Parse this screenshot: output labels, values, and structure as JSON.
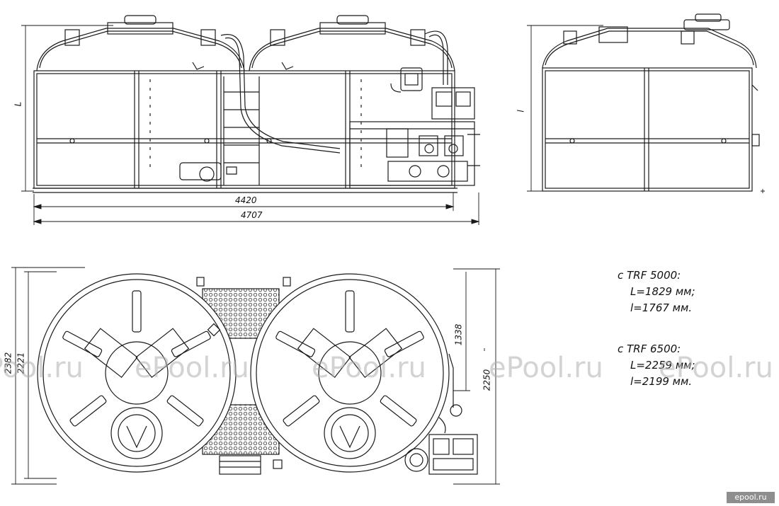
{
  "dimensions": {
    "front_inner_length": "4420",
    "front_overall_length": "4707",
    "front_height": "L",
    "side_height": "l",
    "plan_overall_width": "2382",
    "plan_inner_width": "2221",
    "plan_offset": "1338",
    "plan_depth": "2250"
  },
  "specs": [
    {
      "heading": "с TRF 5000:",
      "lines": [
        "L=1829 мм;",
        "l=1767 мм."
      ]
    },
    {
      "heading": "с TRF 6500:",
      "lines": [
        "L=2259 мм;",
        "l=2199 мм."
      ]
    }
  ],
  "watermark": {
    "text": "ePool.ru",
    "color": "#b0b0b0"
  },
  "logo": {
    "text": "epool.ru",
    "color": "#8e8e8e"
  },
  "colors": {
    "line": "#1a1a1a",
    "hatch": "#555555"
  }
}
